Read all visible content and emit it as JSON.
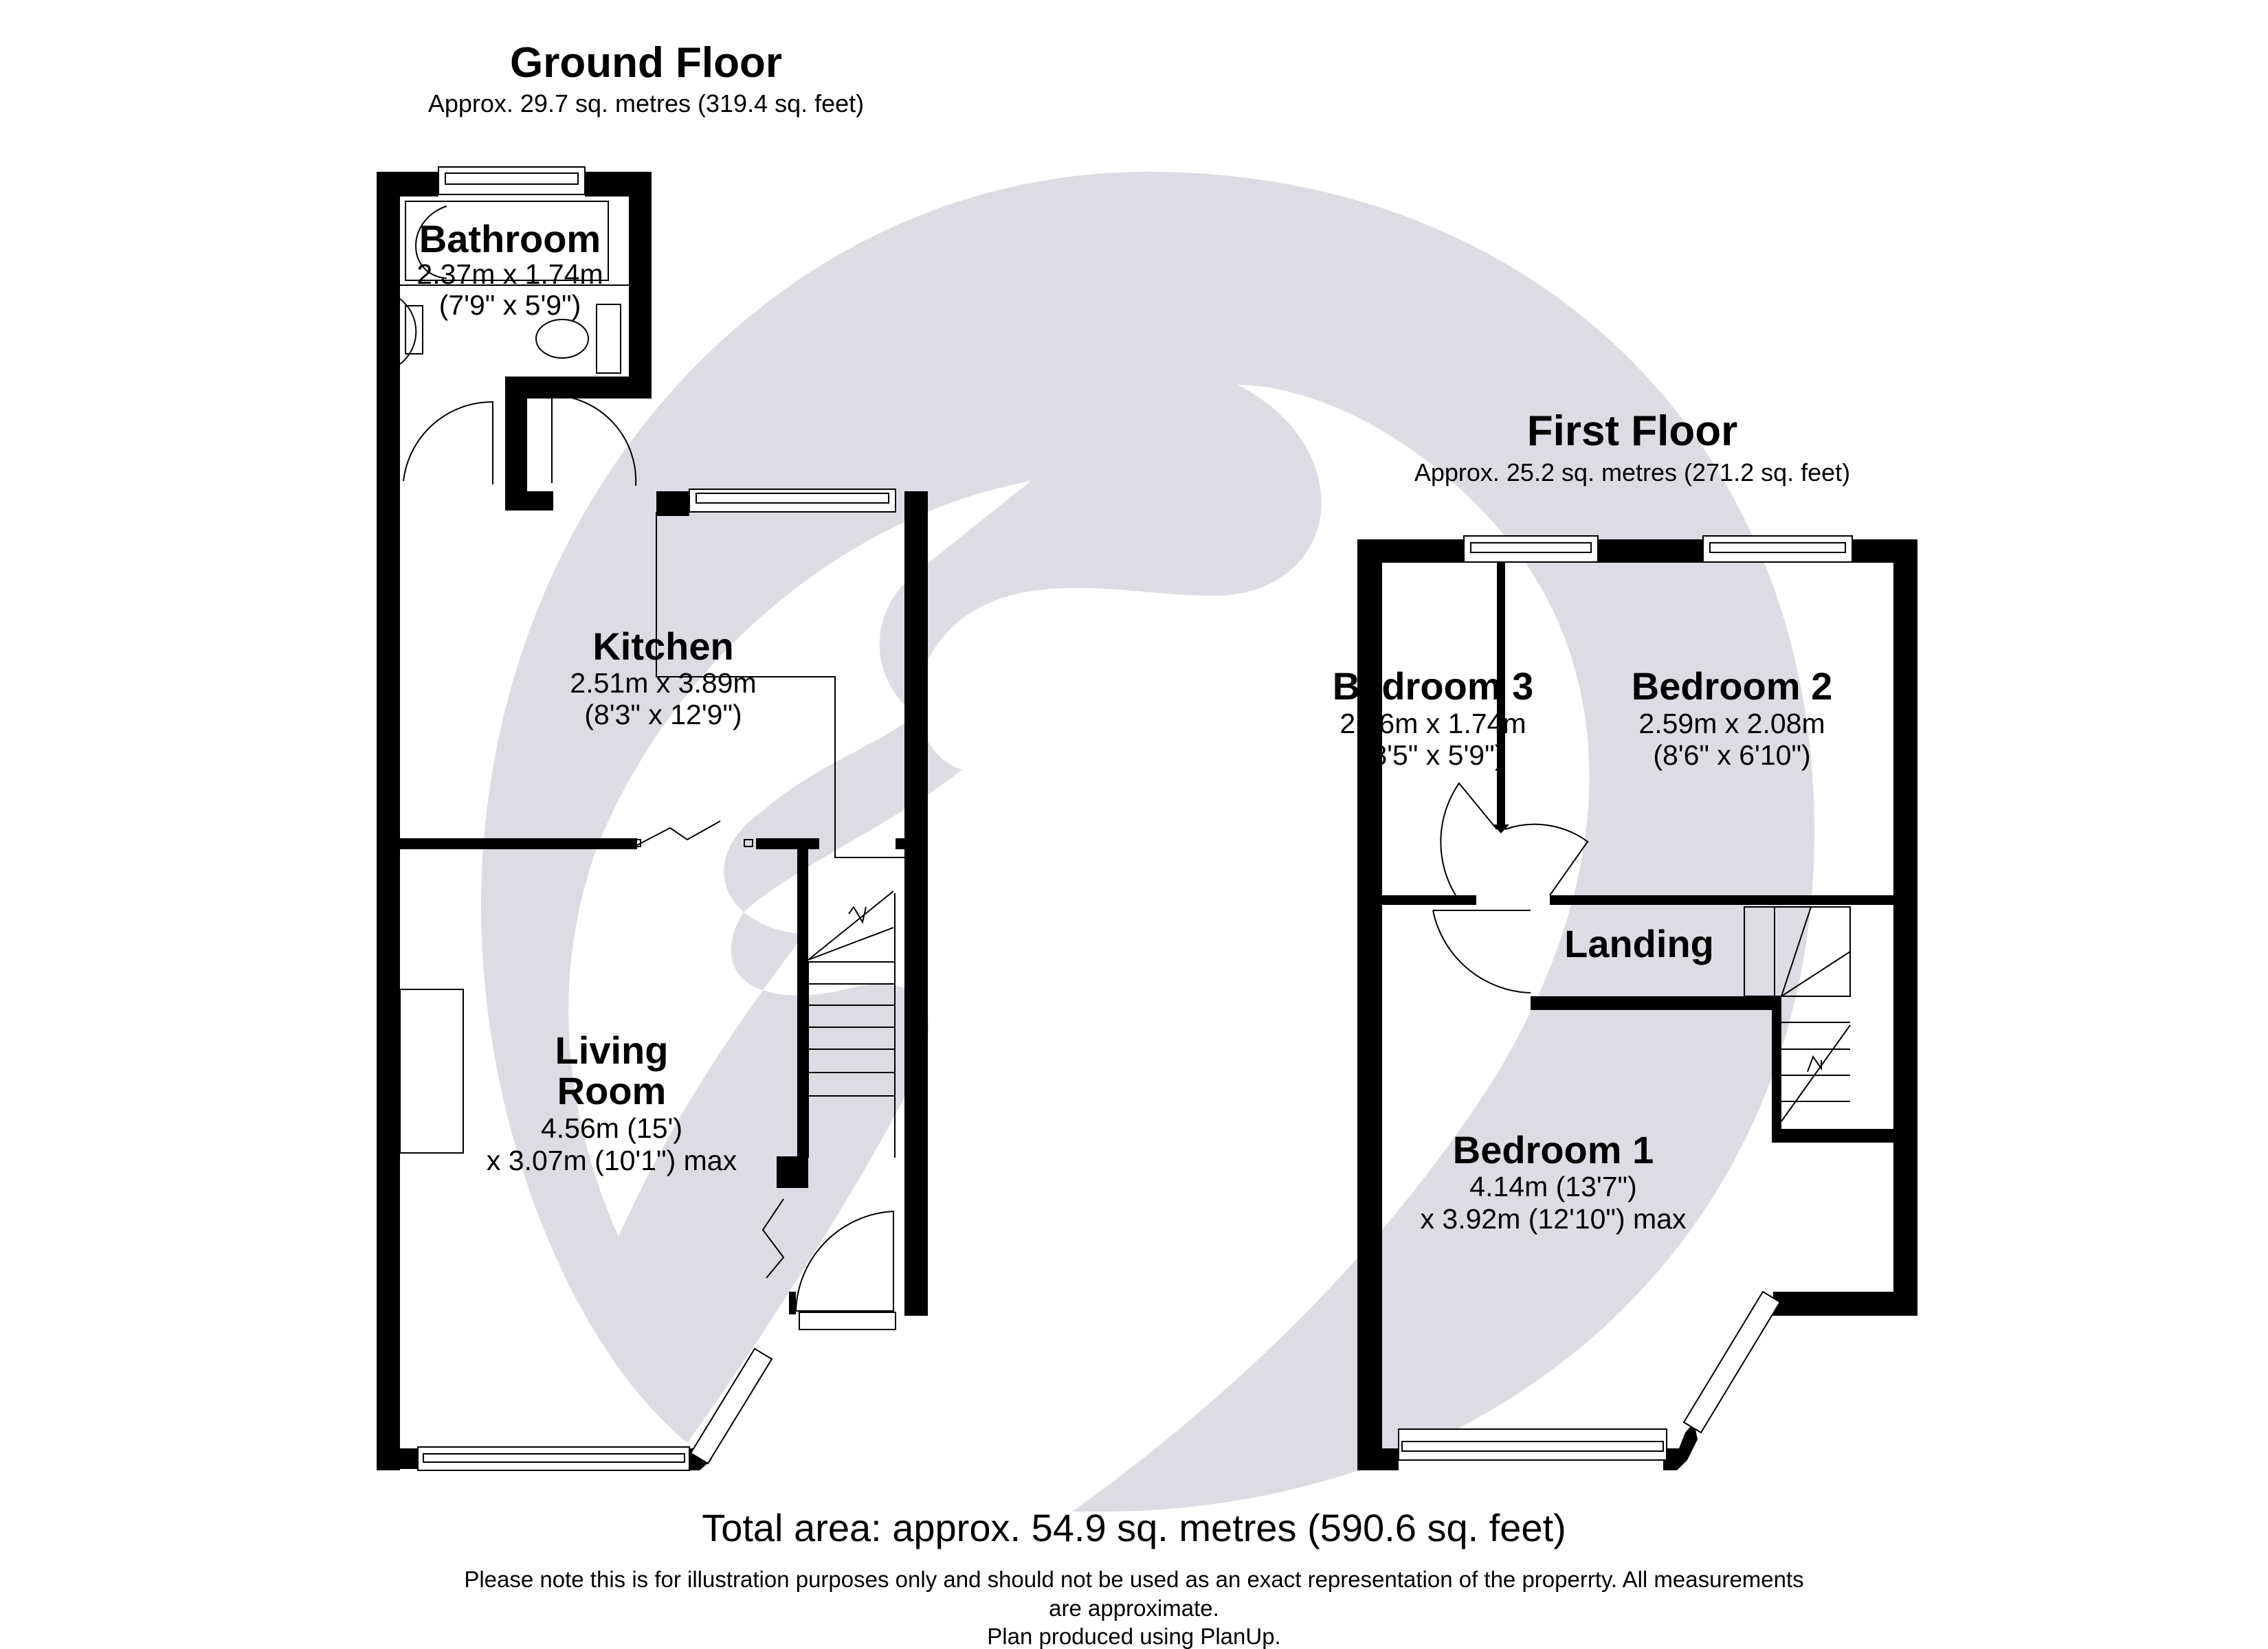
{
  "ground_floor": {
    "title": "Ground Floor",
    "area": "Approx. 29.7 sq. metres (319.4 sq. feet)",
    "rooms": [
      {
        "name": "Bathroom",
        "dim1": "2.37m x 1.74m",
        "dim2": "(7'9\" x 5'9\")"
      },
      {
        "name": "Kitchen",
        "dim1": "2.51m x 3.89m",
        "dim2": "(8'3\" x 12'9\")"
      },
      {
        "name_line1": "Living",
        "name_line2": "Room",
        "dim1": "4.56m (15')",
        "dim2": "x 3.07m (10'1\") max"
      }
    ]
  },
  "first_floor": {
    "title": "First Floor",
    "area": "Approx. 25.2 sq. metres (271.2 sq. feet)",
    "rooms": [
      {
        "name": "Bedroom 3",
        "dim1": "2.56m x 1.74m",
        "dim2": "(8'5\" x 5'9\")"
      },
      {
        "name": "Bedroom 2",
        "dim1": "2.59m x 2.08m",
        "dim2": "(8'6\" x 6'10\")"
      },
      {
        "name": "Landing"
      },
      {
        "name": "Bedroom 1",
        "dim1": "4.14m (13'7\")",
        "dim2": "x 3.92m (12'10\") max"
      }
    ]
  },
  "footer": {
    "total_area": "Total area: approx. 54.9 sq. metres (590.6 sq. feet)",
    "note_line1": "Please note this is for illustration purposes only and should not be used as an exact representation of the properrty. All measurements",
    "note_line2": "are approximate.",
    "note_line3": "Plan produced using PlanUp."
  },
  "colors": {
    "walls": "#000000",
    "watermark": "#dcdce2",
    "background": "#ffffff"
  }
}
